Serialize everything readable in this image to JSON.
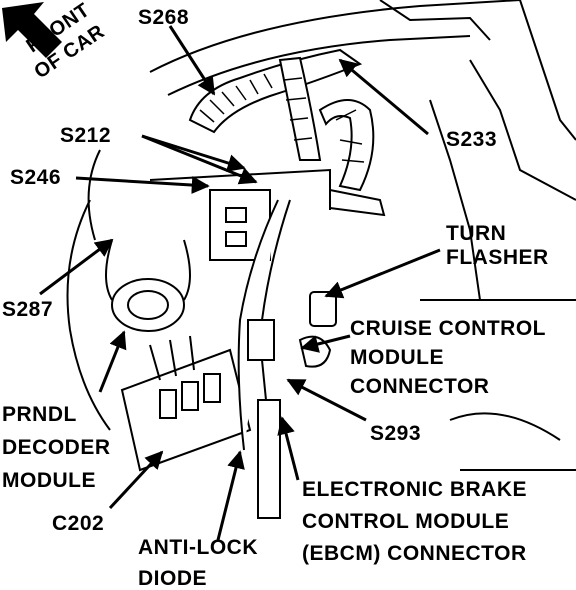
{
  "diagram": {
    "front_label": [
      "FRONT",
      "OF CAR"
    ],
    "labels": {
      "s268": "S268",
      "s212": "S212",
      "s246": "S246",
      "s233": "S233",
      "s287": "S287",
      "turn_flasher": [
        "TURN",
        "FLASHER"
      ],
      "cruise": [
        "CRUISE CONTROL",
        "MODULE",
        "CONNECTOR"
      ],
      "s293": "S293",
      "prndl": [
        "PRNDL",
        "DECODER",
        "MODULE"
      ],
      "c202": "C202",
      "ebcm": [
        "ELECTRONIC BRAKE",
        "CONTROL MODULE",
        "(EBCM) CONNECTOR"
      ],
      "antilock": [
        "ANTI-LOCK",
        "DIODE"
      ]
    }
  }
}
